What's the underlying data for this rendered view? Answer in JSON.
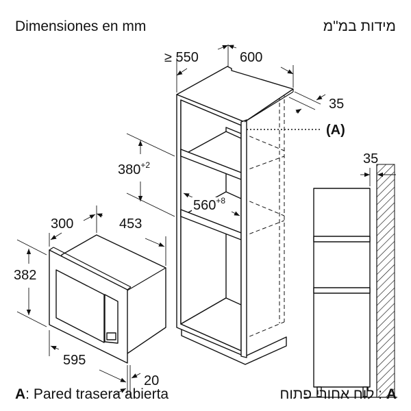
{
  "header": {
    "title_es": "Dimensiones en mm",
    "title_he": "מידות במ\"מ"
  },
  "cabinet": {
    "depth": "≥ 550",
    "width": "600",
    "back_gap": "35",
    "back_label": "(A)",
    "niche_height": "380",
    "niche_height_tol": "+2",
    "niche_width": "560",
    "niche_width_tol": "+8"
  },
  "appliance": {
    "depth": "300",
    "body_width": "453",
    "height": "382",
    "width": "595",
    "frame_depth": "20"
  },
  "side_view": {
    "gap": "35"
  },
  "footer": {
    "legend_key": "A",
    "legend_es": ": Pared trasera abierta",
    "legend_he": "לוח אחורי פתוח :",
    "legend_he_key": "A"
  }
}
